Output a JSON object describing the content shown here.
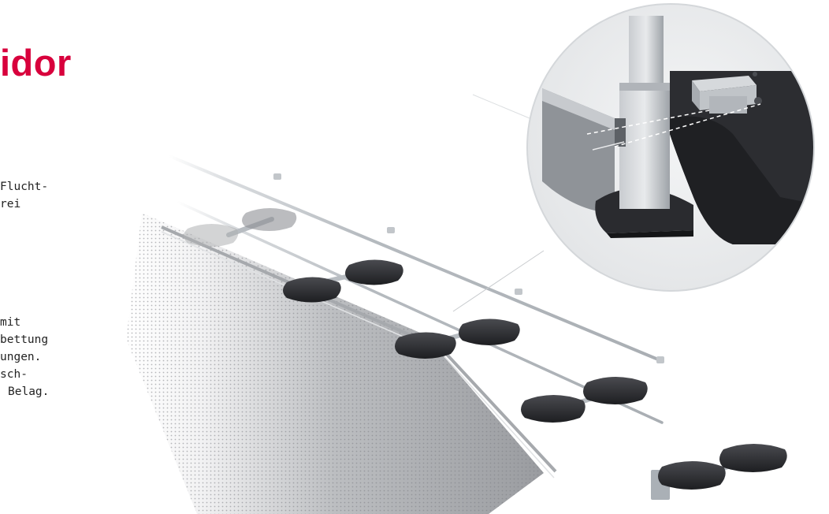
{
  "title": "idor",
  "paragraph_1": [
    "Flucht-",
    "rei"
  ],
  "paragraph_2": [
    "mit",
    "bettung",
    "ungen.",
    "sch-",
    "Belag."
  ],
  "colors": {
    "title": "#d8003c",
    "text": "#222222",
    "railing": "#b7bcc1",
    "foot": "#2b2c30",
    "deck": "#9a9da1"
  },
  "icons": {
    "detail_view": "zoom-detail-circle"
  }
}
